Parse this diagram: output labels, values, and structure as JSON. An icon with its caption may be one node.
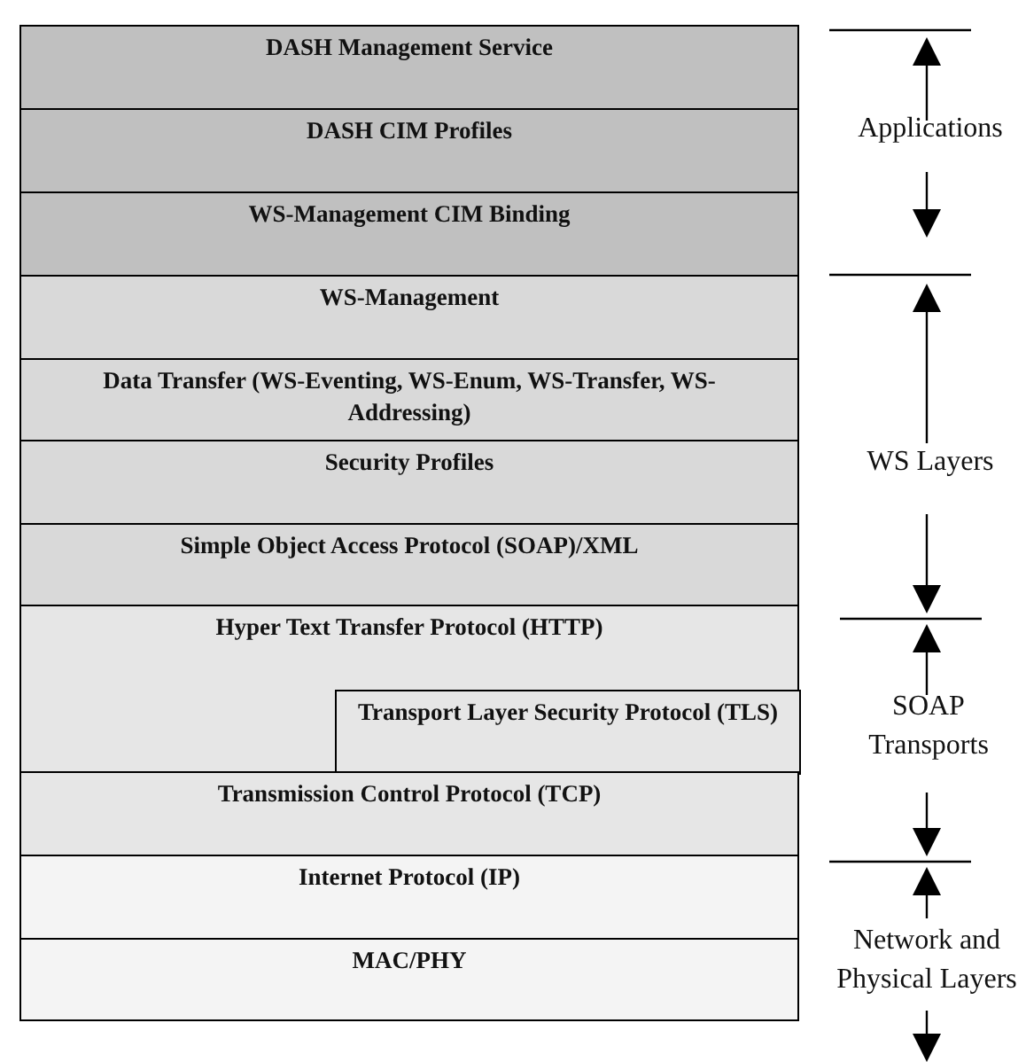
{
  "diagram": {
    "nodes": [
      {
        "text": [
          "DASH Management Service"
        ]
      },
      {
        "text": [
          "DASH CIM Profiles"
        ]
      },
      {
        "text": [
          "WS-Management CIM Binding"
        ]
      },
      {
        "text": [
          "WS-Management"
        ]
      },
      {
        "text": [
          "Data Transfer (WS-Eventing, WS-Enum, WS-Transfer, WS-Addressing)"
        ]
      },
      {
        "text": [
          "Security Profiles"
        ]
      },
      {
        "text": [
          "Simple Object Access Protocol (SOAP)/XML"
        ]
      },
      {
        "text": [
          "Hyper Text Transfer Protocol (HTTP)"
        ]
      },
      {
        "text": [
          "Transport Layer Security Protocol (TLS)"
        ],
        "in": 7
      },
      {
        "text": [
          "Transmission Control Protocol (TCP)"
        ]
      },
      {
        "text": [
          "Internet Protocol (IP)"
        ]
      },
      {
        "text": [
          "MAC/PHY"
        ]
      }
    ],
    "labels": [
      "Applications",
      "WS Layers",
      "SOAP Transports",
      "Network and Physical Layers"
    ]
  }
}
